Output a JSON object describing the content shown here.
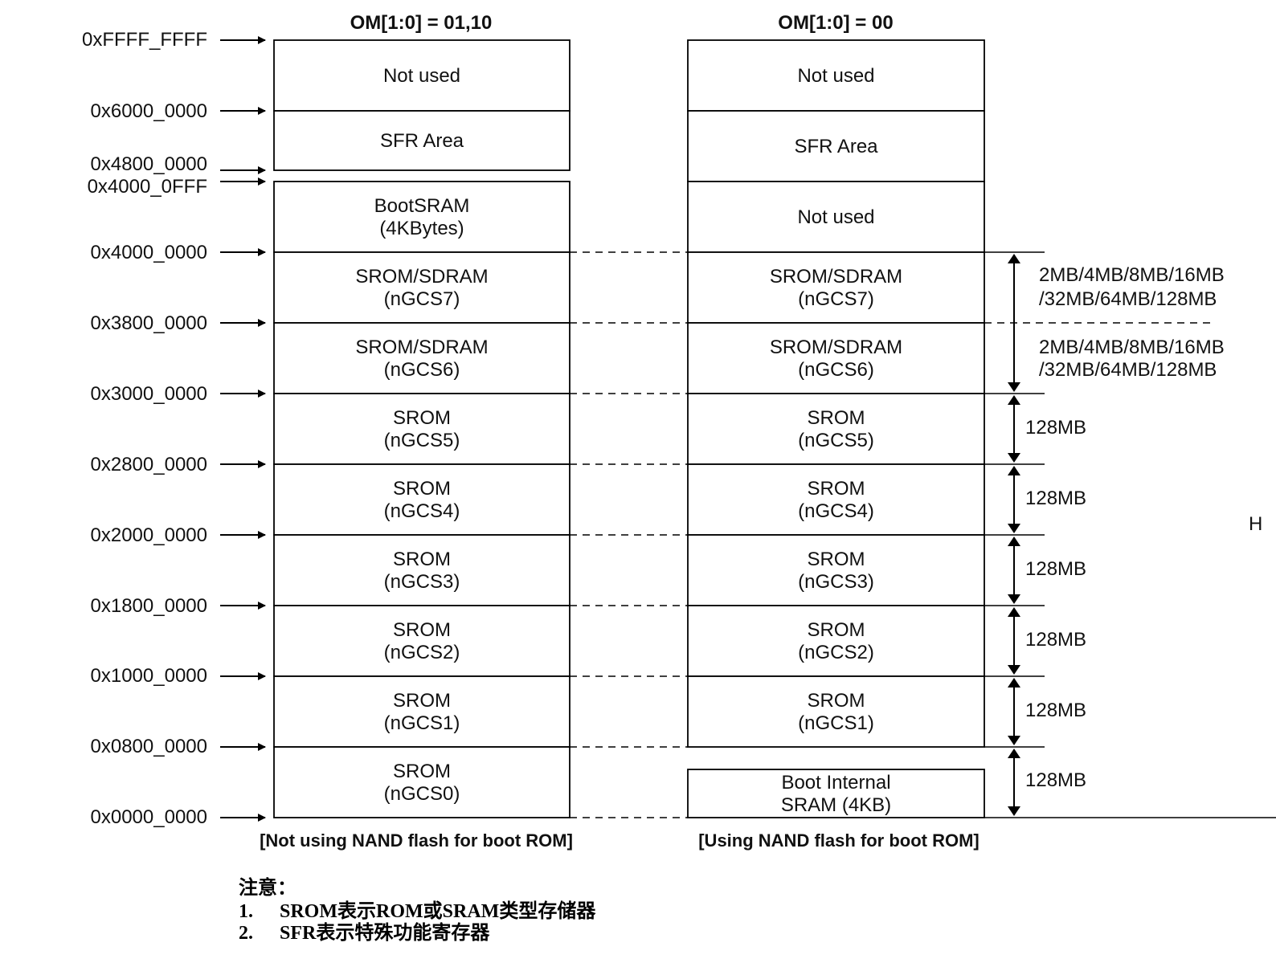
{
  "columns": [
    {
      "title": "OM[1:0] = 01,10",
      "caption": "[Not using NAND flash for boot ROM]",
      "blocks": [
        {
          "lines": [
            "Not used"
          ]
        },
        {
          "lines": [
            "SFR Area"
          ]
        },
        {
          "lines": [
            "BootSRAM",
            "(4KBytes)"
          ]
        },
        {
          "lines": [
            "SROM/SDRAM",
            "(nGCS7)"
          ]
        },
        {
          "lines": [
            "SROM/SDRAM",
            "(nGCS6)"
          ]
        },
        {
          "lines": [
            "SROM",
            "(nGCS5)"
          ]
        },
        {
          "lines": [
            "SROM",
            "(nGCS4)"
          ]
        },
        {
          "lines": [
            "SROM",
            "(nGCS3)"
          ]
        },
        {
          "lines": [
            "SROM",
            "(nGCS2)"
          ]
        },
        {
          "lines": [
            "SROM",
            "(nGCS1)"
          ]
        },
        {
          "lines": [
            "SROM",
            "(nGCS0)"
          ]
        }
      ]
    },
    {
      "title": "OM[1:0] = 00",
      "caption": "[Using NAND flash for boot ROM]",
      "blocks": [
        {
          "lines": [
            "Not used"
          ]
        },
        {
          "lines": [
            "SFR Area"
          ]
        },
        {
          "lines": [
            "Not used"
          ]
        },
        {
          "lines": [
            "SROM/SDRAM",
            "(nGCS7)"
          ]
        },
        {
          "lines": [
            "SROM/SDRAM",
            "(nGCS6)"
          ]
        },
        {
          "lines": [
            "SROM",
            "(nGCS5)"
          ]
        },
        {
          "lines": [
            "SROM",
            "(nGCS4)"
          ]
        },
        {
          "lines": [
            "SROM",
            "(nGCS3)"
          ]
        },
        {
          "lines": [
            "SROM",
            "(nGCS2)"
          ]
        },
        {
          "lines": [
            "SROM",
            "(nGCS1)"
          ]
        },
        {
          "lines": [
            "Boot Internal",
            "SRAM (4KB)"
          ]
        }
      ]
    }
  ],
  "addresses": [
    "0xFFFF_FFFF",
    "0x6000_0000",
    "0x4800_0000",
    "0x4000_0FFF",
    "0x4000_0000",
    "0x3800_0000",
    "0x3000_0000",
    "0x2800_0000",
    "0x2000_0000",
    "0x1800_0000",
    "0x1000_0000",
    "0x0800_0000",
    "0x0000_0000"
  ],
  "sizes": {
    "sdram_line1": "2MB/4MB/8MB/16MB",
    "sdram_line2": "/32MB/64MB/128MB",
    "bank": "128MB"
  },
  "cutoff_glyph": "H",
  "notes": {
    "heading": "注意：",
    "items": [
      {
        "num": "1.",
        "text": "SROM表示ROM或SRAM类型存储器"
      },
      {
        "num": "2.",
        "text": "SFR表示特殊功能寄存器"
      }
    ]
  }
}
